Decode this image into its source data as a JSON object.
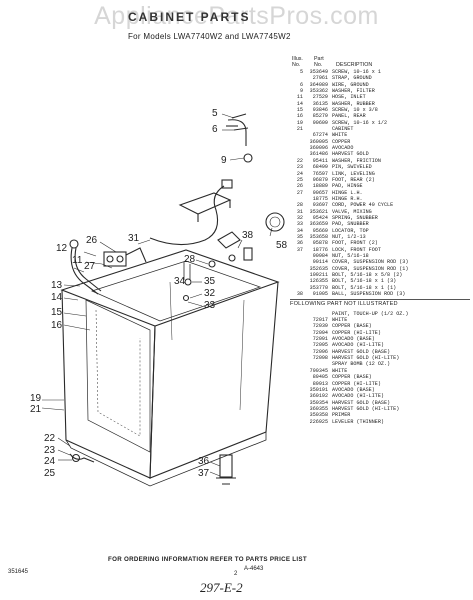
{
  "watermark": "AppliancePartsPros.com",
  "title": "CABINET PARTS",
  "models": "For Models LWA7740W2 and LWA7745W2",
  "parts_header": {
    "illus": "Illus.",
    "no": "No.",
    "part": "Part",
    "part_no": "No.",
    "description": "DESCRIPTION"
  },
  "parts": [
    {
      "i": "5",
      "p": "353649",
      "d": "SCREW, 10-16 x 1"
    },
    {
      "i": "",
      "p": "27961",
      "d": "STRAP, GROUND"
    },
    {
      "i": "6",
      "p": "364089",
      "d": "WIRE, GROUND"
    },
    {
      "i": "9",
      "p": "353362",
      "d": "WASHER, FILTER"
    },
    {
      "i": "11",
      "p": "27529",
      "d": "HOSE, INLET"
    },
    {
      "i": "14",
      "p": "36135",
      "d": "WASHER, RUBBER"
    },
    {
      "i": "15",
      "p": "93846",
      "d": "SCREW, 10 x 3/8"
    },
    {
      "i": "16",
      "p": "85279",
      "d": "PANEL, REAR"
    },
    {
      "i": "19",
      "p": "90609",
      "d": "SCREW, 10-16 x 1/2"
    },
    {
      "i": "21",
      "p": "",
      "d": "CABINET"
    },
    {
      "i": "",
      "p": "67274",
      "d": "WHITE"
    },
    {
      "i": "",
      "p": "360095",
      "d": "COPPER"
    },
    {
      "i": "",
      "p": "360096",
      "d": "AVOCADO"
    },
    {
      "i": "",
      "p": "361486",
      "d": "HARVEST GOLD"
    },
    {
      "i": "22",
      "p": "95411",
      "d": "WASHER, FRICTION"
    },
    {
      "i": "23",
      "p": "68499",
      "d": "PIN, SWIVELED"
    },
    {
      "i": "24",
      "p": "76597",
      "d": "LINK, LEVELING"
    },
    {
      "i": "25",
      "p": "96879",
      "d": "FOOT, REAR (2)"
    },
    {
      "i": "26",
      "p": "18889",
      "d": "PAD, HINGE"
    },
    {
      "i": "27",
      "p": "90657",
      "d": "HINGE L.H."
    },
    {
      "i": "",
      "p": "18775",
      "d": "HINGE R.H."
    },
    {
      "i": "28",
      "p": "93697",
      "d": "CORD, POWER 40 CYCLE"
    },
    {
      "i": "31",
      "p": "353621",
      "d": "VALVE, MIXING"
    },
    {
      "i": "32",
      "p": "95424",
      "d": "SPRING, SNUBBER"
    },
    {
      "i": "33",
      "p": "363659",
      "d": "PAD, SNUBBER"
    },
    {
      "i": "34",
      "p": "95669",
      "d": "LOCATOR, TOP"
    },
    {
      "i": "35",
      "p": "353658",
      "d": "NUT, 1/2-13"
    },
    {
      "i": "36",
      "p": "95878",
      "d": "FOOT, FRONT (2)"
    },
    {
      "i": "37",
      "p": "18776",
      "d": "LOCK, FRONT FOOT"
    },
    {
      "i": "",
      "p": "90984",
      "d": "NUT, 5/16-18"
    },
    {
      "i": "",
      "p": "90114",
      "d": "COVER, SUSPENSION ROD (3)"
    },
    {
      "i": "",
      "p": "352635",
      "d": "COVER, SUSPENSION ROD (1)"
    },
    {
      "i": "",
      "p": "109211",
      "d": "BOLT, 5/16-18 x 5/8 (2)"
    },
    {
      "i": "",
      "p": "126355",
      "d": "BOLT, 5/16-18 x 1 (3)"
    },
    {
      "i": "",
      "p": "353770",
      "d": "BOLT, 5/16-18 x 1 (1)"
    },
    {
      "i": "38",
      "p": "91005",
      "d": "BALL, SUSPENSION ROD (3)"
    }
  ],
  "following_header": "FOLLOWING PART NOT ILLUSTRATED",
  "following": [
    {
      "p": "",
      "d": "PAINT, TOUCH-UP (1/2 OZ.)"
    },
    {
      "p": "72017",
      "d": "WHITE"
    },
    {
      "p": "72039",
      "d": "COPPER (BASE)"
    },
    {
      "p": "72094",
      "d": "COPPER (HI-LITE)"
    },
    {
      "p": "72091",
      "d": "AVOCADO (BASE)"
    },
    {
      "p": "72095",
      "d": "AVOCADO (HI-LITE)"
    },
    {
      "p": "72096",
      "d": "HARVEST GOLD (BASE)"
    },
    {
      "p": "72098",
      "d": "HARVEST GOLD (HI-LITE)"
    },
    {
      "p": "",
      "d": "SPRAY BOMB (12 OZ.)"
    },
    {
      "p": "790345",
      "d": "WHITE"
    },
    {
      "p": "89405",
      "d": "COPPER (BASE)"
    },
    {
      "p": "89913",
      "d": "COPPER (HI-LITE)"
    },
    {
      "p": "350191",
      "d": "AVOCADO (BASE)"
    },
    {
      "p": "360192",
      "d": "AVOCADO (HI-LITE)"
    },
    {
      "p": "350354",
      "d": "HARVEST GOLD (BASE)"
    },
    {
      "p": "360355",
      "d": "HARVEST GOLD (HI-LITE)"
    },
    {
      "p": "350358",
      "d": "PRIMER"
    },
    {
      "p": "226925",
      "d": "LEVELER (THINNER)"
    }
  ],
  "callouts": [
    "5",
    "6",
    "9",
    "26",
    "31",
    "12",
    "11",
    "28",
    "38",
    "58",
    "27",
    "13",
    "14",
    "15",
    "16",
    "19",
    "21",
    "22",
    "23",
    "24",
    "25",
    "35",
    "32",
    "33",
    "34",
    "36",
    "37"
  ],
  "figure_code": "A-4643",
  "footer": "FOR ORDERING INFORMATION REFER TO PARTS PRICE LIST",
  "page_number": "2",
  "doc_number": "351645",
  "handwritten": "297-E-2"
}
